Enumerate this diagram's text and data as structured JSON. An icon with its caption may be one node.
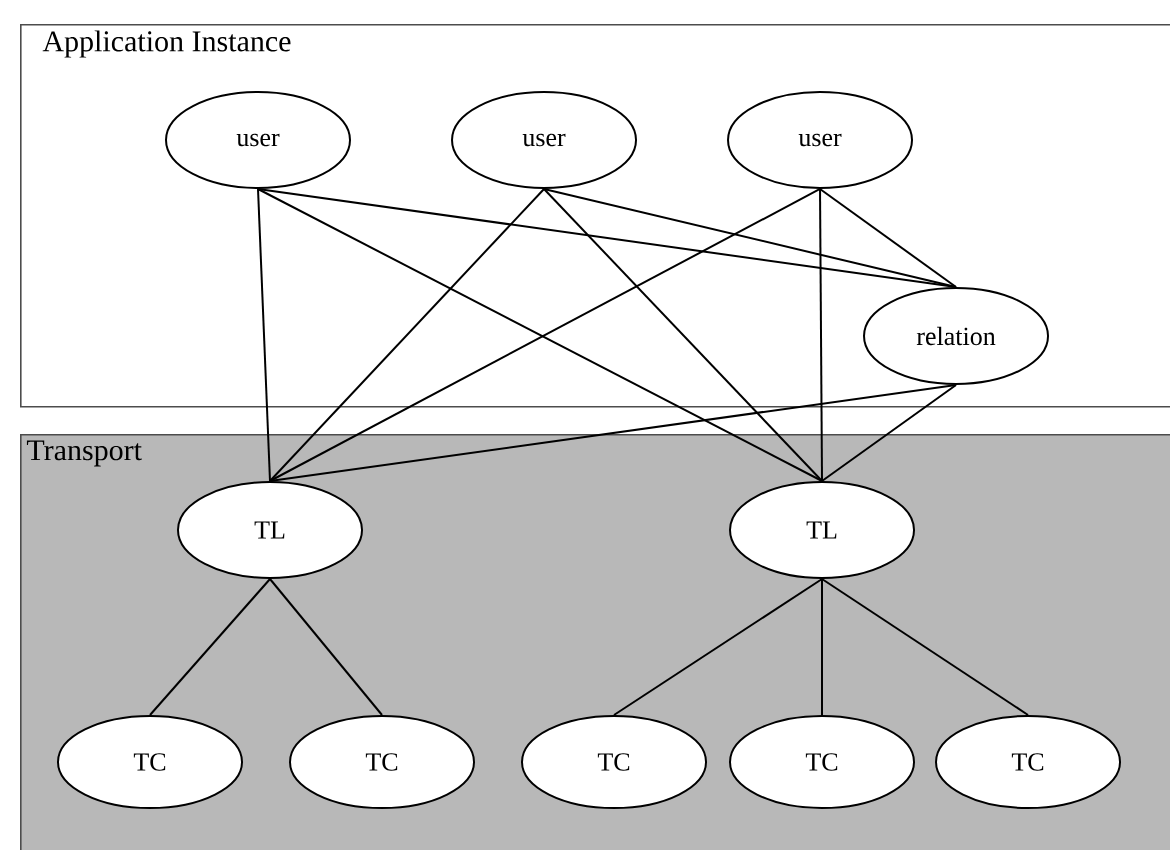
{
  "diagram": {
    "nodes": [
      {
        "text": [
          "Application Instance"
        ]
      },
      {
        "text": [
          "user"
        ],
        "in": 0
      },
      {
        "text": [
          "user"
        ],
        "in": 0
      },
      {
        "text": [
          "user"
        ],
        "in": 0
      },
      {
        "text": [
          "relation"
        ],
        "in": 0
      },
      {
        "text": [
          "Transport"
        ]
      },
      {
        "text": [
          "TL"
        ],
        "in": 5
      },
      {
        "text": [
          "TL"
        ],
        "in": 5
      },
      {
        "text": [
          "TC"
        ],
        "in": 5
      },
      {
        "text": [
          "TC"
        ],
        "in": 5
      },
      {
        "text": [
          "TC"
        ],
        "in": 5
      },
      {
        "text": [
          "TC"
        ],
        "in": 5
      },
      {
        "text": [
          "TC"
        ],
        "in": 5
      }
    ],
    "edges": [
      {
        "from": 1,
        "to": 6,
        "arrow": "none"
      },
      {
        "from": 1,
        "to": 7,
        "arrow": "none"
      },
      {
        "from": 1,
        "to": 4,
        "arrow": "none"
      },
      {
        "from": 2,
        "to": 6,
        "arrow": "none"
      },
      {
        "from": 2,
        "to": 7,
        "arrow": "none"
      },
      {
        "from": 2,
        "to": 4,
        "arrow": "none"
      },
      {
        "from": 3,
        "to": 6,
        "arrow": "none"
      },
      {
        "from": 3,
        "to": 7,
        "arrow": "none"
      },
      {
        "from": 3,
        "to": 4,
        "arrow": "none"
      },
      {
        "from": 4,
        "to": 6,
        "arrow": "none"
      },
      {
        "from": 4,
        "to": 7,
        "arrow": "none"
      },
      {
        "from": 6,
        "to": 8,
        "arrow": "none"
      },
      {
        "from": 6,
        "to": 9,
        "arrow": "none"
      },
      {
        "from": 7,
        "to": 10,
        "arrow": "none"
      },
      {
        "from": 7,
        "to": 11,
        "arrow": "none"
      },
      {
        "from": 7,
        "to": 12,
        "arrow": "none"
      }
    ]
  }
}
